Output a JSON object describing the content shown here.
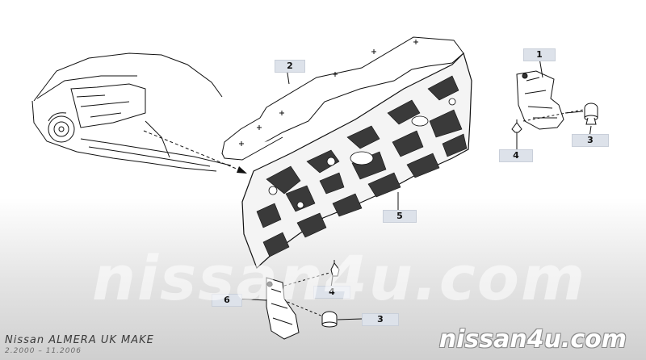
{
  "callouts": {
    "c1": "1",
    "c2": "2",
    "c3_top": "3",
    "c4_top": "4",
    "c5": "5",
    "c6": "6",
    "c4_bottom": "4",
    "c3_bottom": "3"
  },
  "watermark_large": "nissan4u.com",
  "watermark_small": "nissan4u.com",
  "model_name": "Nissan ALMERA UK MAKE",
  "production_dates": "2.2000 – 11.2006",
  "colors": {
    "callout_fill": "#dde2ea",
    "line": "#111111"
  },
  "icons": [
    "car-outline-icon",
    "dash-insulator-illustration",
    "clip-icon",
    "grommet-icon"
  ]
}
